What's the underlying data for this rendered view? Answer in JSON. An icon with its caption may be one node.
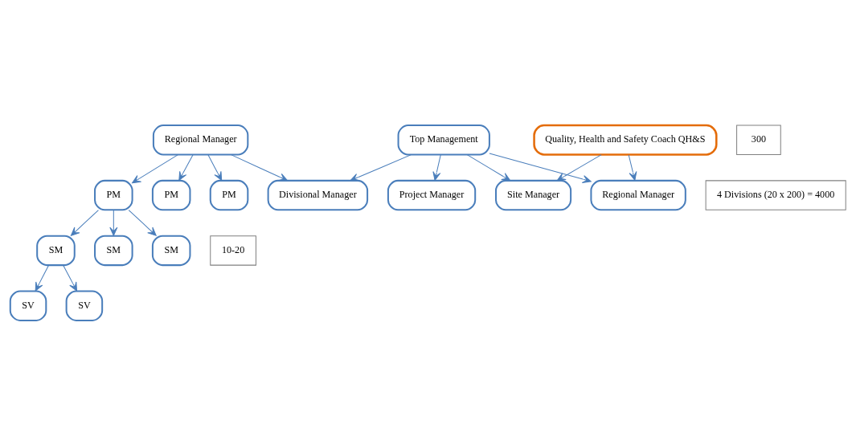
{
  "diagram": {
    "nodes": [
      {
        "text": [
          "Top Management"
        ]
      },
      {
        "text": [
          "Divisional Manager"
        ]
      },
      {
        "text": [
          "Regional Manager"
        ]
      },
      {
        "text": [
          "Project Manager"
        ]
      },
      {
        "text": [
          "Site Manager"
        ]
      },
      {
        "text": [
          "Quality, Health and Safety Coach QH&S"
        ]
      },
      {
        "text": [
          "Regional Manager"
        ]
      },
      {
        "text": [
          "PM"
        ]
      },
      {
        "text": [
          "PM"
        ]
      },
      {
        "text": [
          "PM"
        ]
      },
      {
        "text": [
          "SM"
        ]
      },
      {
        "text": [
          "SM"
        ]
      },
      {
        "text": [
          "SM"
        ]
      },
      {
        "text": [
          "SV"
        ]
      },
      {
        "text": [
          "SV"
        ]
      },
      {
        "text": [
          "4 Divisions (20 x 200) = 4000"
        ]
      },
      {
        "text": [
          "300"
        ]
      },
      {
        "text": [
          "10-20"
        ]
      }
    ],
    "edges": [
      {
        "from": 0,
        "to": 1,
        "arrow": "to"
      },
      {
        "from": 0,
        "to": 2,
        "arrow": "to"
      },
      {
        "from": 0,
        "to": 3,
        "arrow": "to"
      },
      {
        "from": 0,
        "to": 4,
        "arrow": "to"
      },
      {
        "from": 6,
        "to": 1,
        "arrow": "to"
      },
      {
        "from": 5,
        "to": 2,
        "arrow": "to"
      },
      {
        "from": 5,
        "to": 4,
        "arrow": "to"
      },
      {
        "from": 6,
        "to": 7,
        "arrow": "to"
      },
      {
        "from": 6,
        "to": 8,
        "arrow": "to"
      },
      {
        "from": 6,
        "to": 9,
        "arrow": "to"
      },
      {
        "from": 7,
        "to": 10,
        "arrow": "to"
      },
      {
        "from": 7,
        "to": 11,
        "arrow": "to"
      },
      {
        "from": 7,
        "to": 12,
        "arrow": "to"
      },
      {
        "from": 10,
        "to": 13,
        "arrow": "to"
      },
      {
        "from": 10,
        "to": 14,
        "arrow": "to"
      }
    ]
  }
}
